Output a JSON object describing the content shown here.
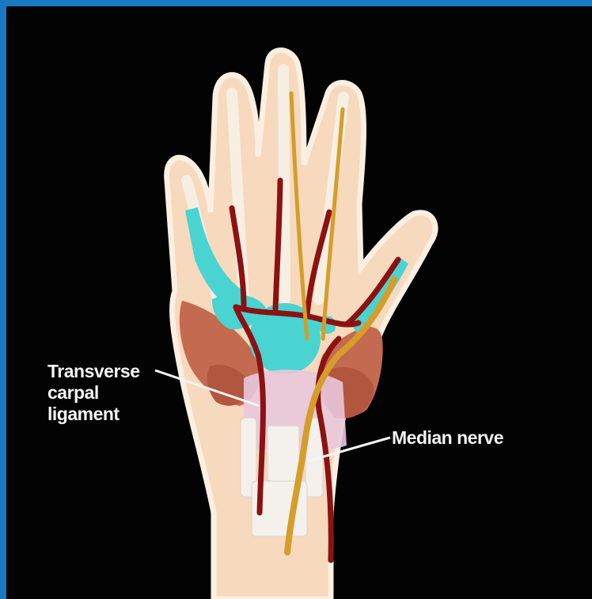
{
  "labels": {
    "transverse_carpal_ligament": [
      "Transverse",
      "carpal",
      "ligament"
    ],
    "median_nerve": "Median nerve"
  },
  "colors": {
    "frame": "#1d78c4",
    "background": "#030303",
    "skin": "#f7d9bd",
    "skin_outline": "#fbefe2",
    "muscle": "#c46a50",
    "synovial_sheath": "#49d4d2",
    "artery": "#8b1212",
    "nerve": "#d59d2a",
    "ligament": "#e8c8dc",
    "tendon": "#f4f1ec"
  }
}
